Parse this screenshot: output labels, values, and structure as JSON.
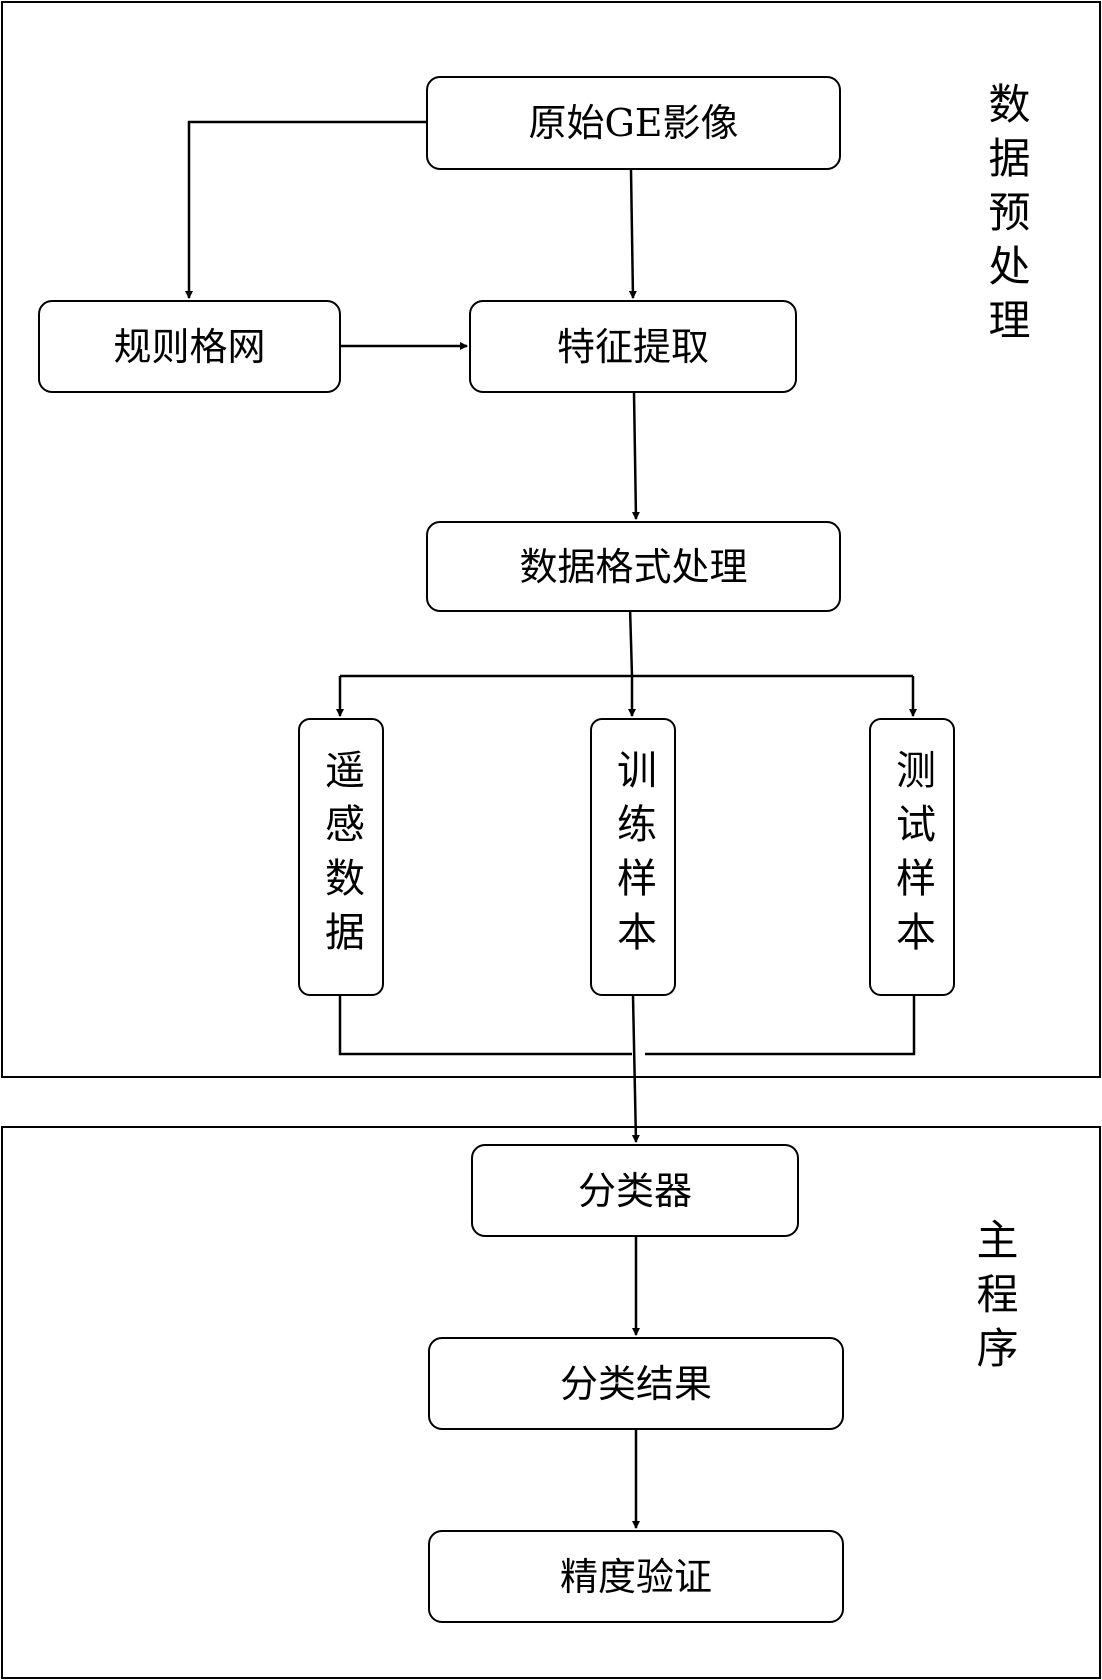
{
  "sections": {
    "preprocess_label": "数据预处理",
    "main_label": "主程序"
  },
  "nodes": {
    "source_image": "原始GE影像",
    "regular_grid": "规则格网",
    "feature_extraction": "特征提取",
    "data_format": "数据格式处理",
    "remote_sensing_data": "遥感数据",
    "training_samples": "训练样本",
    "test_samples": "测试样本",
    "classifier": "分类器",
    "classification_result": "分类结果",
    "accuracy_validation": "精度验证"
  },
  "edges": [
    [
      "source_image",
      "regular_grid"
    ],
    [
      "source_image",
      "feature_extraction"
    ],
    [
      "regular_grid",
      "feature_extraction"
    ],
    [
      "feature_extraction",
      "data_format"
    ],
    [
      "data_format",
      "remote_sensing_data"
    ],
    [
      "data_format",
      "training_samples"
    ],
    [
      "data_format",
      "test_samples"
    ],
    [
      "remote_sensing_data",
      "classifier"
    ],
    [
      "training_samples",
      "classifier"
    ],
    [
      "test_samples",
      "classifier"
    ],
    [
      "classifier",
      "classification_result"
    ],
    [
      "classification_result",
      "accuracy_validation"
    ]
  ]
}
